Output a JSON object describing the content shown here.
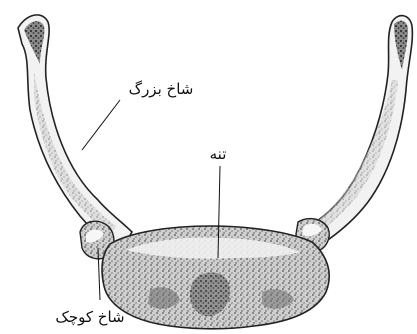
{
  "labels": {
    "greater_horn": "شاخ بزرگ",
    "body": "تنه",
    "lesser_horn": "شاخ کوچک"
  },
  "colors": {
    "background": "#ffffff",
    "ink": "#111111",
    "bone_light": "#f4f4f4",
    "bone_mid": "#b8b8b8",
    "bone_dark": "#3a3a3a"
  }
}
